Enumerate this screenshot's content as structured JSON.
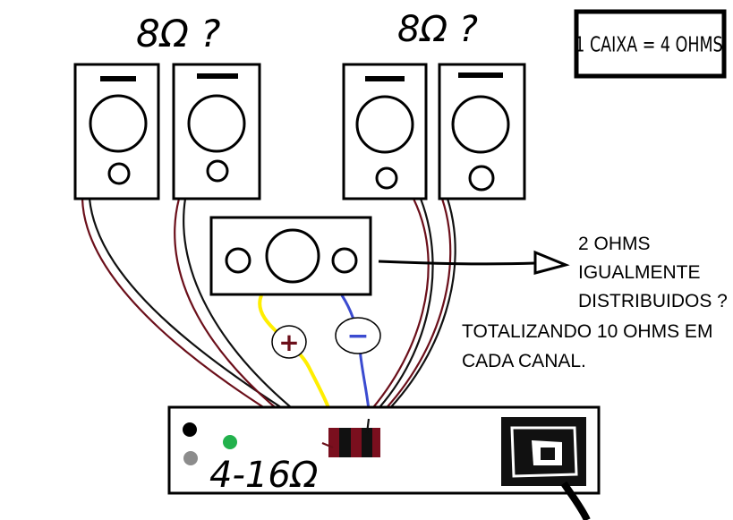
{
  "speaker_left_label": "8Ω ?",
  "speaker_right_label": "8Ω ?",
  "legend": "1 CAIXA = 4 OHMS",
  "center_note": {
    "line1": "2 OHMS",
    "line2": "IGUALMENTE",
    "line3": "DISTRIBUIDOS ?"
  },
  "total_note": {
    "line1": "TOTALIZANDO 10 OHMS EM",
    "line2": "CADA CANAL."
  },
  "plus_symbol": "+",
  "minus_symbol": "−",
  "amp_impedance": "4-16Ω",
  "colors": {
    "wire_dark_red": "#6b0f1a",
    "wire_black": "#111111",
    "wire_yellow": "#ffee00",
    "wire_blue": "#3b4bd0",
    "terminal_red": "#7a0f1e",
    "led_green": "#22b14c",
    "led_gray": "#8c8c8c"
  }
}
